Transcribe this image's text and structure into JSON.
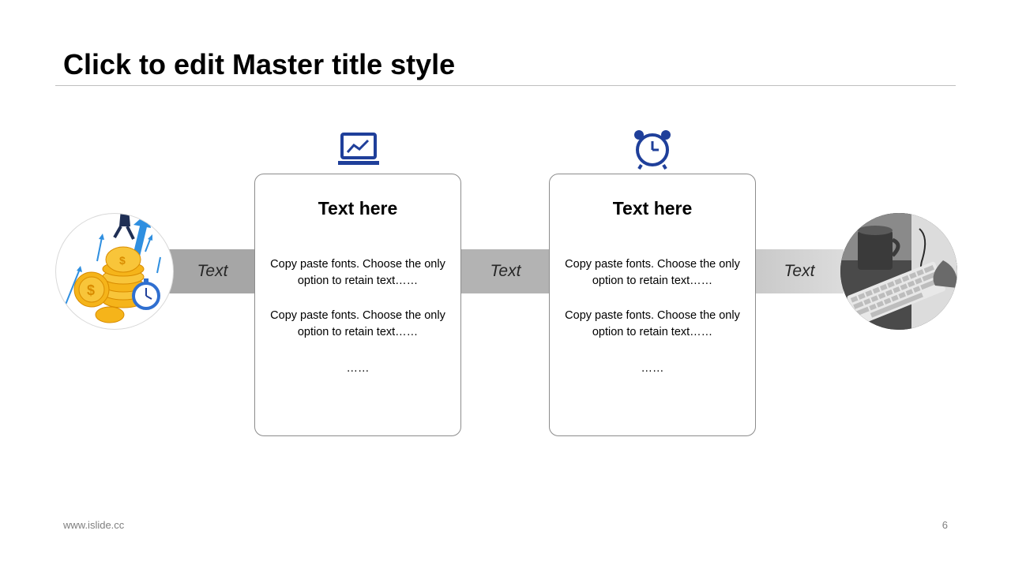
{
  "slide": {
    "title": "Click to edit Master title style",
    "footer_url": "www.islide.cc",
    "page_number": "6"
  },
  "bands": [
    "Text",
    "Text",
    "Text"
  ],
  "cards": [
    {
      "icon": "monitor-chart-icon",
      "title": "Text here",
      "paragraphs": [
        "Copy paste fonts. Choose the only option to retain text……",
        "Copy paste fonts. Choose the only option to retain text……",
        "……"
      ]
    },
    {
      "icon": "alarm-clock-icon",
      "title": "Text here",
      "paragraphs": [
        "Copy paste fonts. Choose the only option to retain text……",
        "Copy paste fonts. Choose the only option to retain text……",
        "……"
      ]
    }
  ],
  "images": {
    "left": "coins-businessman-illustration",
    "right": "keyboard-coffee-photo"
  },
  "colors": {
    "icon_blue": "#1f3f9a",
    "coin_gold": "#f5b41a",
    "band_dark": "#a6a6a6",
    "card_border": "#8c8c8c"
  }
}
